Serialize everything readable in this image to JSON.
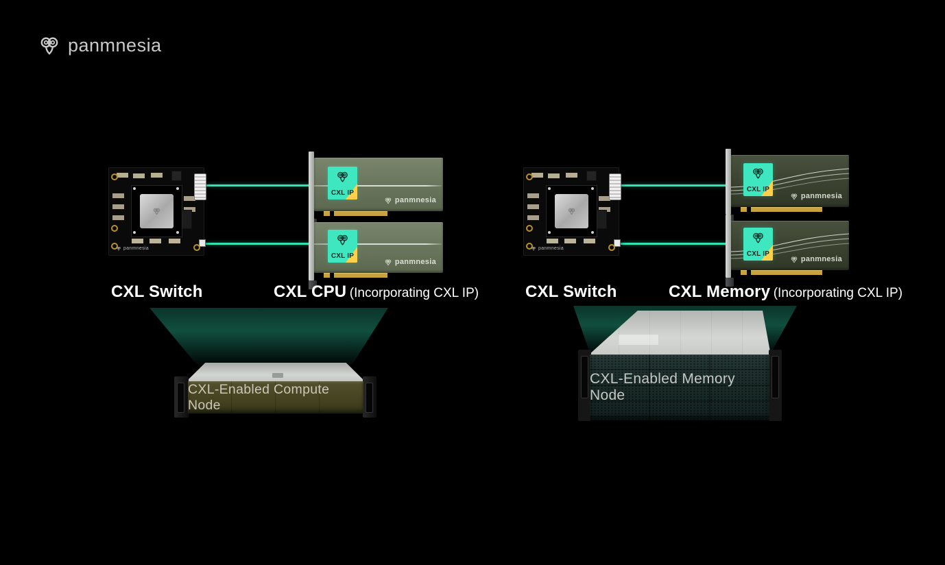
{
  "brand": {
    "name": "panmnesia"
  },
  "colors": {
    "background": "#000000",
    "accent_teal": "#2be6b2",
    "chip_teal": "#3fe7c0",
    "chip_corner_yellow": "#ffd04b",
    "beam_green": "#135c49",
    "compute_panel_olive": "#45431f",
    "memory_panel_teal": "#1a2b28"
  },
  "left": {
    "switch": {
      "label": "CXL Switch",
      "board_brand": "panmnesia"
    },
    "cards": {
      "title": "CXL CPU",
      "subtitle": "(Incorporating CXL IP)",
      "chip_label": "CXL IP",
      "brand": "panmnesia",
      "count": 2
    },
    "node": {
      "label": "CXL-Enabled Compute Node"
    }
  },
  "right": {
    "switch": {
      "label": "CXL Switch",
      "board_brand": "panmnesia"
    },
    "cards": {
      "title": "CXL Memory",
      "subtitle": "(Incorporating CXL IP)",
      "chip_label": "CXL IP",
      "brand": "panmnesia",
      "count": 2
    },
    "node": {
      "label": "CXL-Enabled Memory Node"
    }
  }
}
